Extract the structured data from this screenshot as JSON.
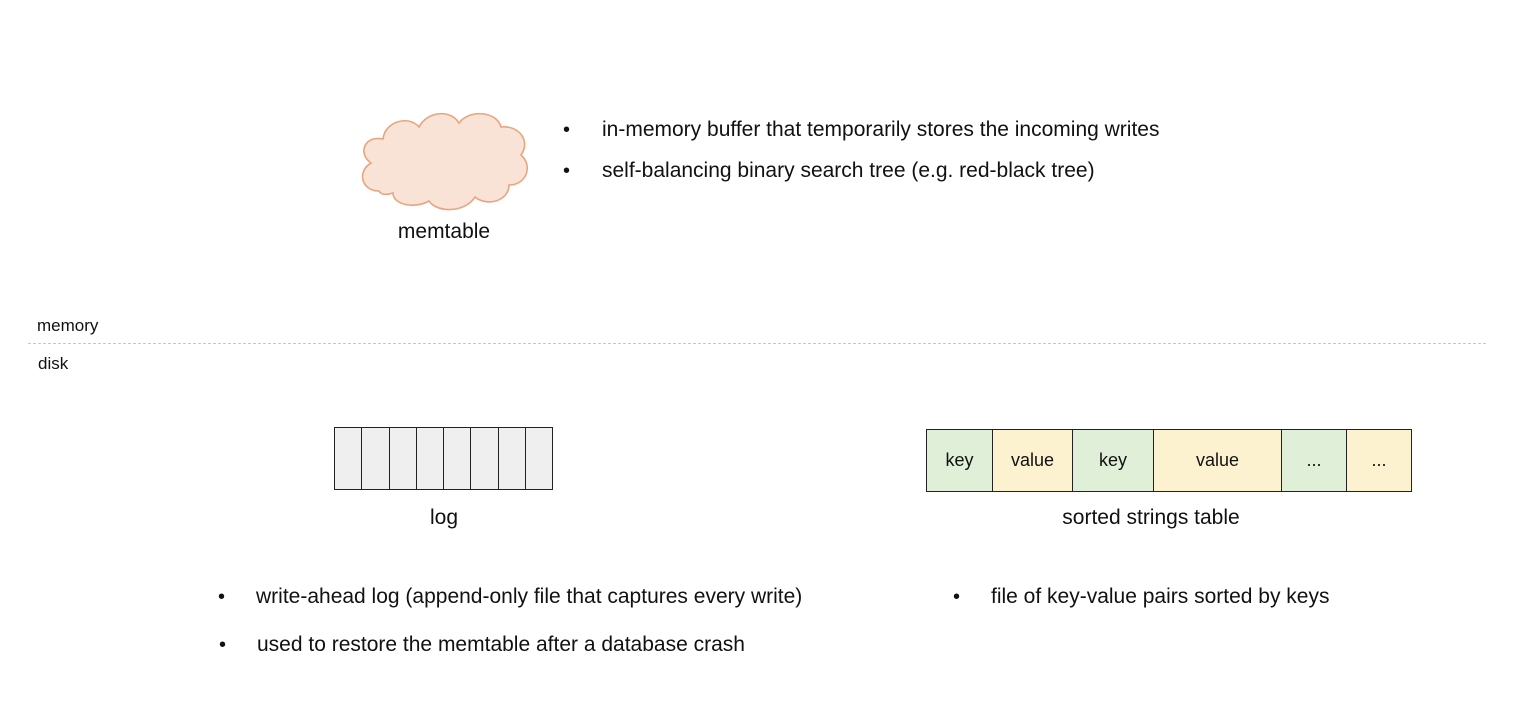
{
  "memtable": {
    "caption": "memtable",
    "bullets": [
      "in-memory buffer that temporarily stores the incoming writes",
      "self-balancing binary search tree (e.g. red-black tree)"
    ],
    "cloud_fill": "#f9e2d6",
    "cloud_stroke": "#e8a57e"
  },
  "regions": {
    "memory_label": "memory",
    "disk_label": "disk"
  },
  "log": {
    "caption": "log",
    "cell_count": 8,
    "bullets": [
      "write-ahead log (append-only file that captures every write)",
      "used to restore the memtable after a database crash"
    ]
  },
  "sstable": {
    "caption": "sorted strings table",
    "cells": [
      {
        "label": "key",
        "kind": "key"
      },
      {
        "label": "value",
        "kind": "value"
      },
      {
        "label": "key",
        "kind": "key"
      },
      {
        "label": "value",
        "kind": "value"
      },
      {
        "label": "...",
        "kind": "key"
      },
      {
        "label": "...",
        "kind": "value"
      }
    ],
    "bullets": [
      "file of key-value pairs sorted by keys"
    ],
    "key_color": "#e0efd8",
    "value_color": "#fdf2cf"
  },
  "bullet_symbol": "•"
}
